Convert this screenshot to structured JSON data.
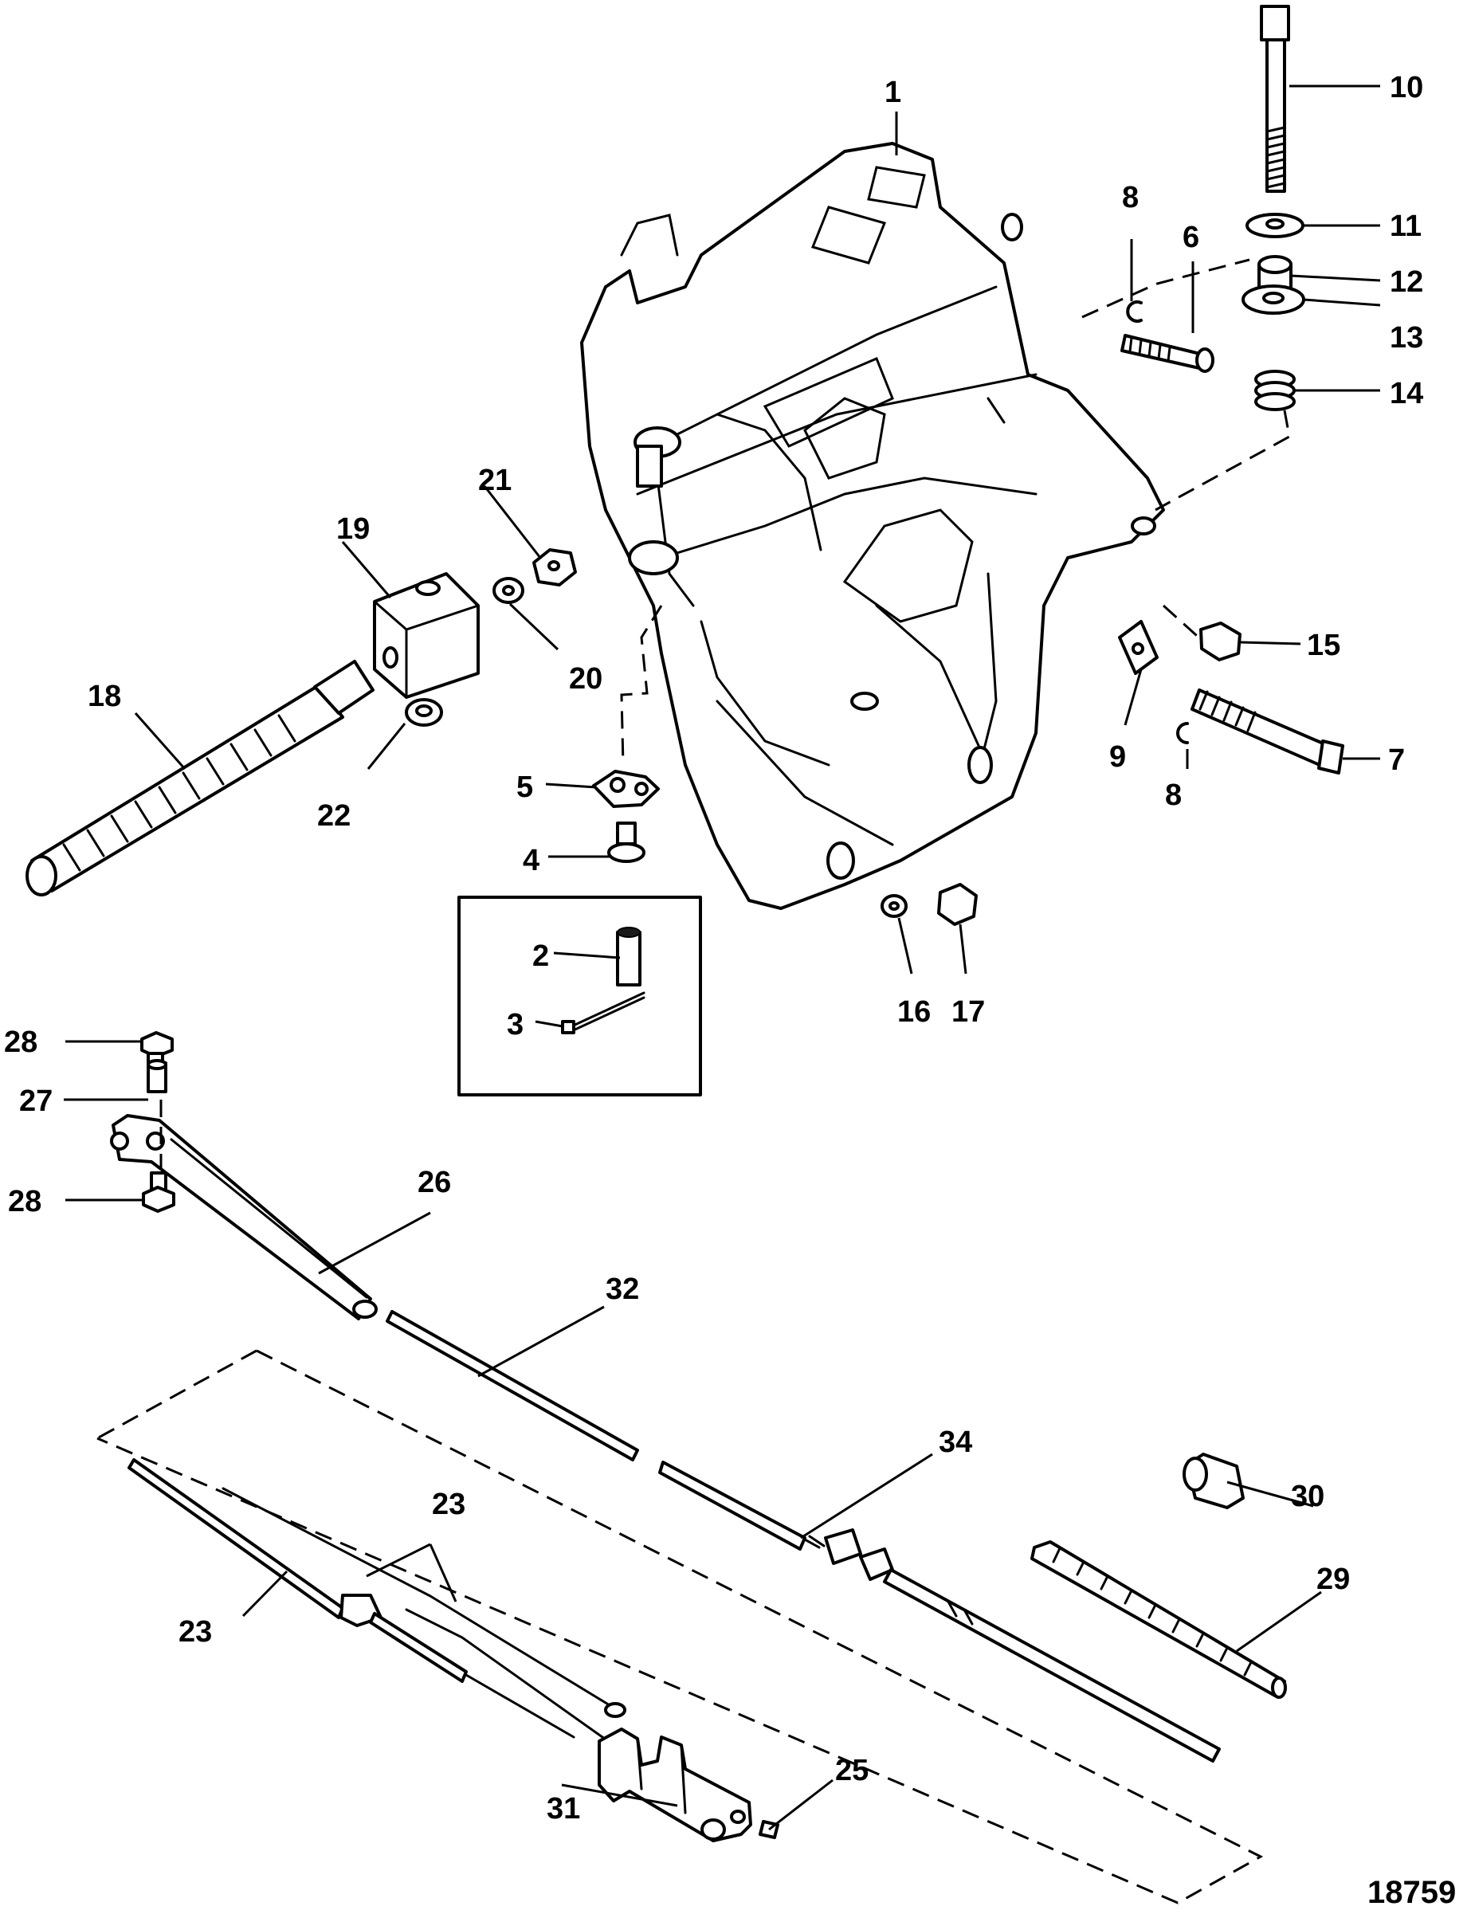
{
  "labels": {
    "p1": "1",
    "p2": "2",
    "p3": "3",
    "p4": "4",
    "p5": "5",
    "p6": "6",
    "p7": "7",
    "p8a": "8",
    "p8b": "8",
    "p9": "9",
    "p10": "10",
    "p11": "11",
    "p12": "12",
    "p13": "13",
    "p14": "14",
    "p15": "15",
    "p16": "16",
    "p17": "17",
    "p18": "18",
    "p19": "19",
    "p20": "20",
    "p21": "21",
    "p22": "22",
    "p23a": "23",
    "p23b": "23",
    "p25": "25",
    "p26": "26",
    "p27": "27",
    "p28a": "28",
    "p28b": "28",
    "p29": "29",
    "p30": "30",
    "p31": "31",
    "p32": "32",
    "p34": "34"
  },
  "figure_number": "18759"
}
